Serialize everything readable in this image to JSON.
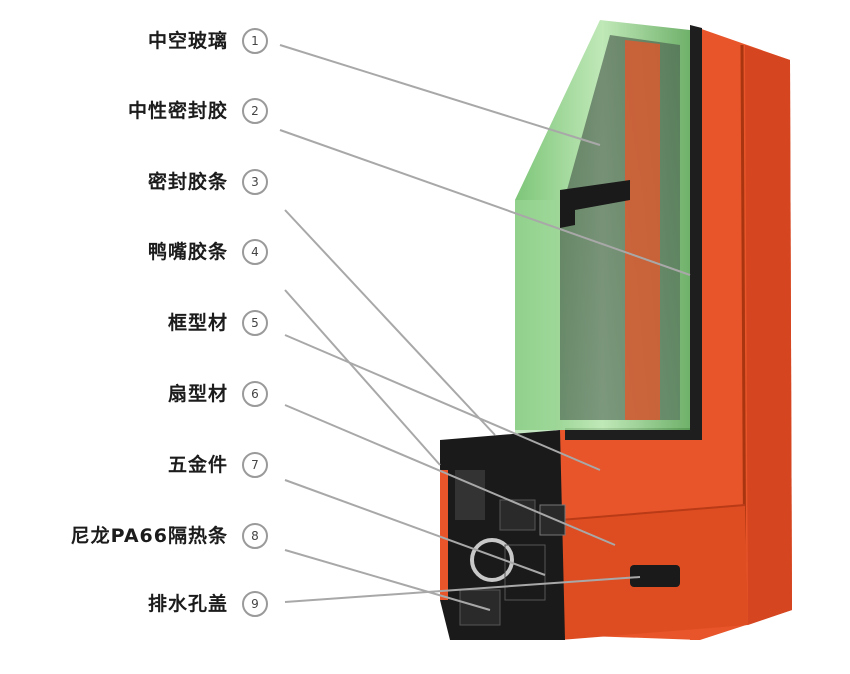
{
  "legend": [
    {
      "number": "1",
      "label": "中空玻璃"
    },
    {
      "number": "2",
      "label": "中性密封胶"
    },
    {
      "number": "3",
      "label": "密封胶条"
    },
    {
      "number": "4",
      "label": "鸭嘴胶条"
    },
    {
      "number": "5",
      "label": "框型材"
    },
    {
      "number": "6",
      "label": "扇型材"
    },
    {
      "number": "7",
      "label": "五金件"
    },
    {
      "number": "8",
      "label": "尼龙PA66隔热条"
    },
    {
      "number": "9",
      "label": "排水孔盖"
    }
  ],
  "colors": {
    "frame_orange": "#e8552a",
    "frame_orange_dark": "#b93a16",
    "glass_green": "#8fcf8a",
    "thermal_break_black": "#1a1a1a",
    "leader_line": "#a8a8a8"
  }
}
